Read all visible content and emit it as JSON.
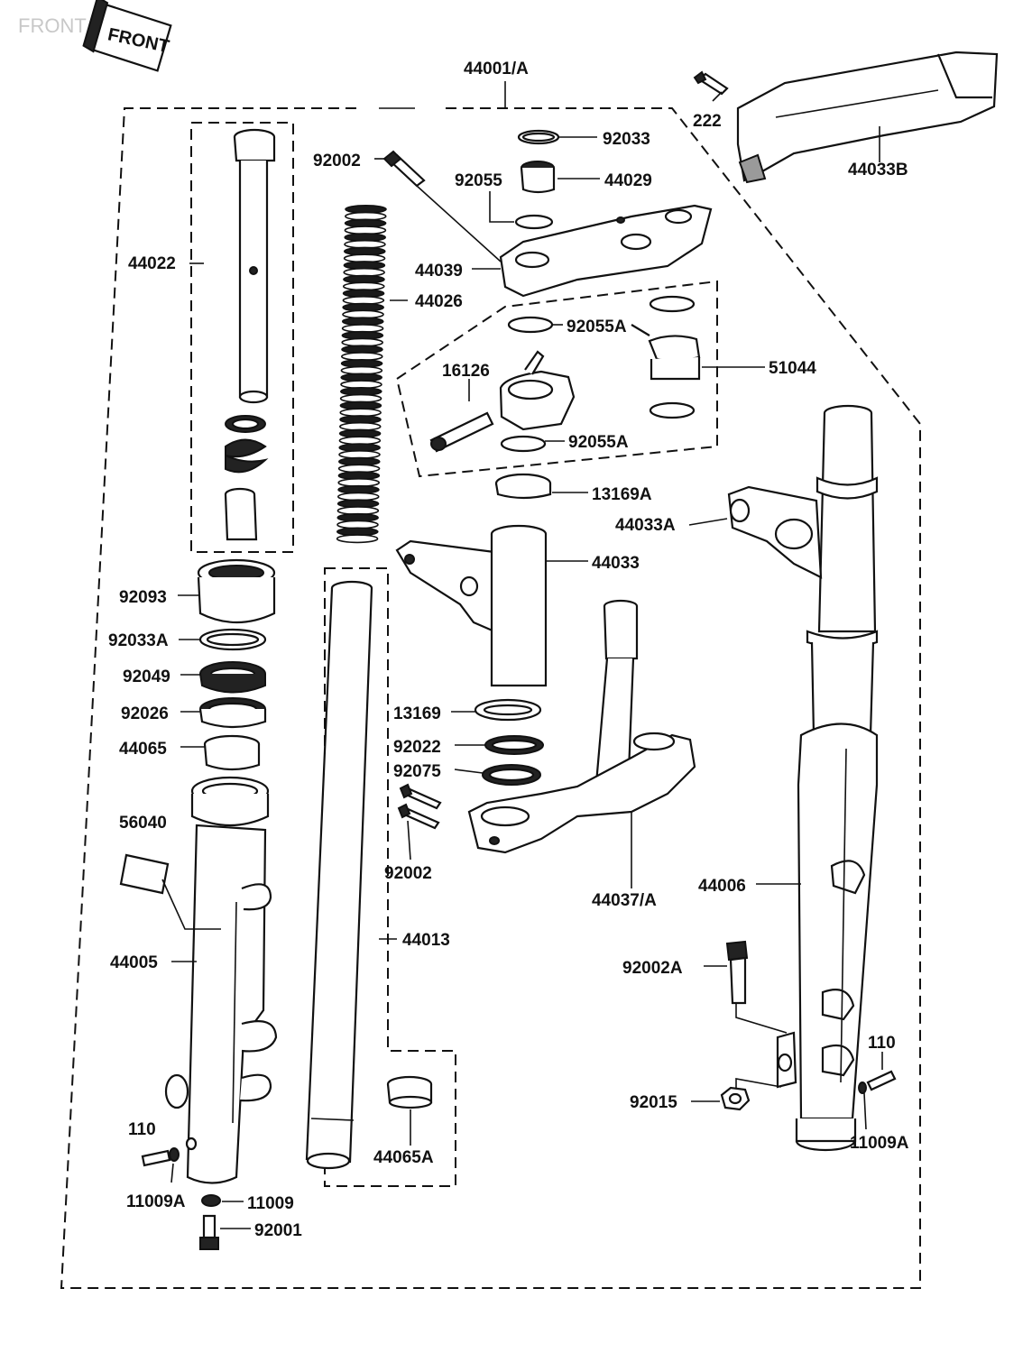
{
  "watermark": "FRONT FORK",
  "stamp": "FRONT",
  "labels": {
    "p44001A": "44001/A",
    "p222": "222",
    "p44033B": "44033B",
    "p92033": "92033",
    "p92002_top": "92002",
    "p92055": "92055",
    "p44029": "44029",
    "p44022": "44022",
    "p44039": "44039",
    "p44026": "44026",
    "p92055A_1": "92055A",
    "p16126": "16126",
    "p51044": "51044",
    "p92055A_2": "92055A",
    "p13169A": "13169A",
    "p44033A": "44033A",
    "p44033": "44033",
    "p92093": "92093",
    "p92033A": "92033A",
    "p92049": "92049",
    "p92026": "92026",
    "p44065": "44065",
    "p13169": "13169",
    "p92022": "92022",
    "p92075": "92075",
    "p56040": "56040",
    "p92002_mid": "92002",
    "p44037A": "44037/A",
    "p44006": "44006",
    "p44013": "44013",
    "p44005": "44005",
    "p92002A": "92002A",
    "p110_right": "110",
    "p92015": "92015",
    "p11009A_right": "11009A",
    "p110_left": "110",
    "p44065A": "44065A",
    "p11009A_left": "11009A",
    "p11009": "11009",
    "p92001": "92001"
  }
}
